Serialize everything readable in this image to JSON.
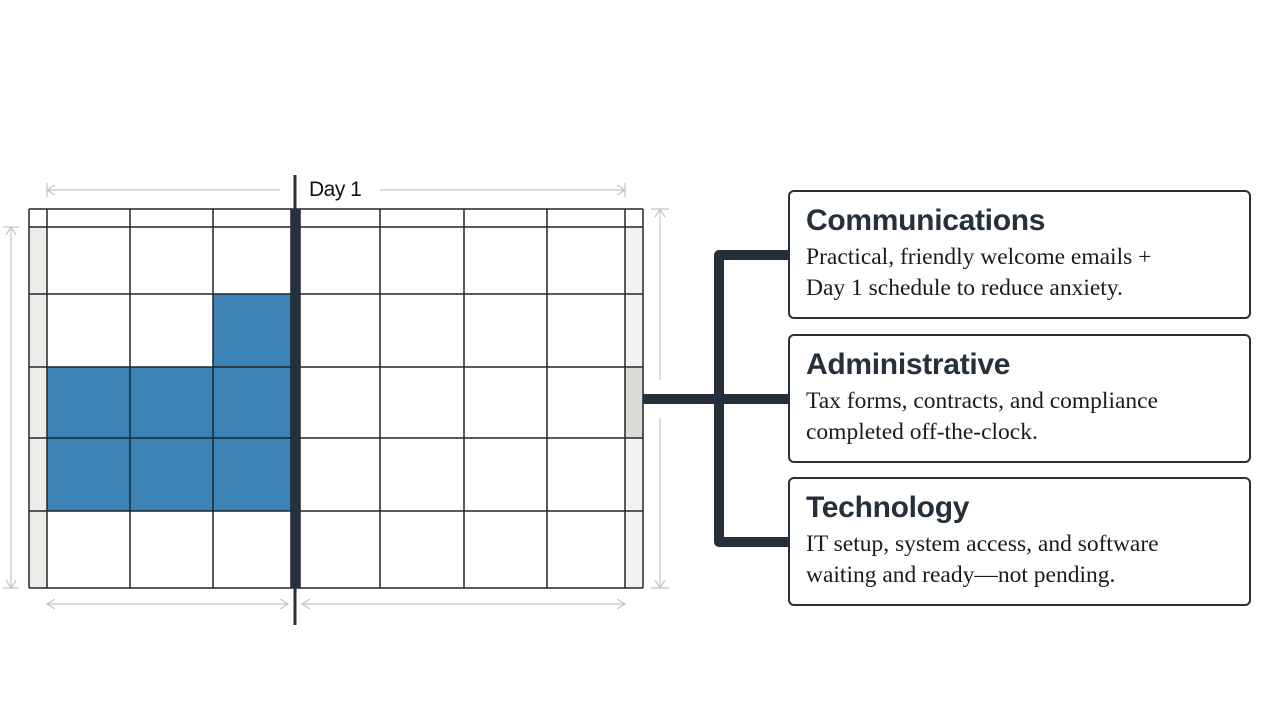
{
  "timeline": {
    "marker_label": "Day 1",
    "highlight_color": "#3c82b5",
    "line_color": "#25303a"
  },
  "cards": [
    {
      "title": "Communications",
      "description_lines": [
        "Practical, friendly welcome emails +",
        "Day 1 schedule to reduce anxiety."
      ]
    },
    {
      "title": "Administrative",
      "description_lines": [
        "Tax forms, contracts, and compliance",
        "completed off-the-clock."
      ]
    },
    {
      "title": "Technology",
      "description_lines": [
        "IT setup, system access, and software",
        "waiting and ready—not pending."
      ]
    }
  ]
}
